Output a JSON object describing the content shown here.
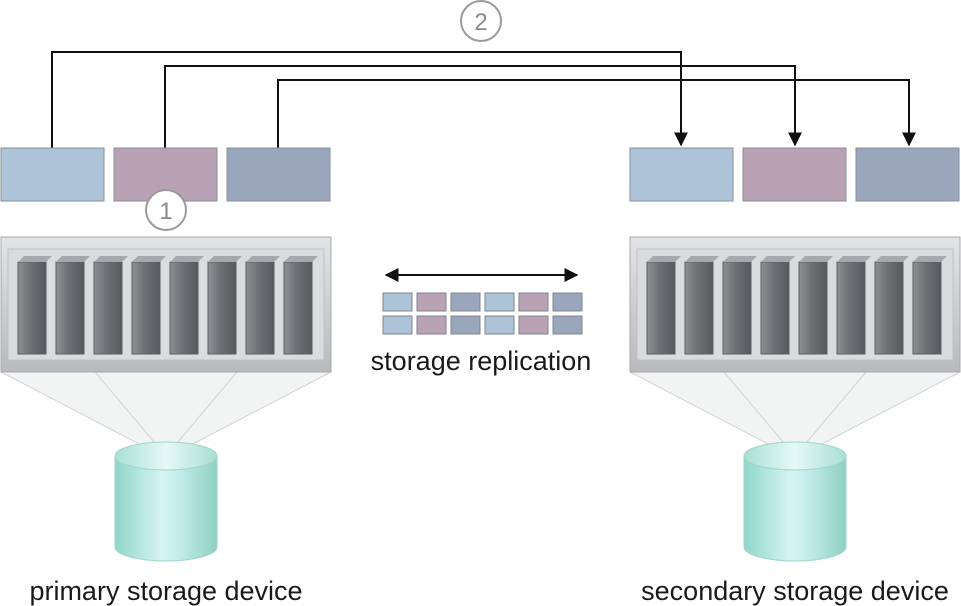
{
  "diagram": {
    "steps": [
      "1",
      "2"
    ],
    "replication_label": "storage replication",
    "devices": [
      {
        "label": "primary storage device"
      },
      {
        "label": "secondary storage device"
      }
    ]
  },
  "colors": {
    "block_blue": "#adc4d8",
    "block_mauve": "#b9a2b4",
    "block_slate": "#9aa6bb",
    "block_border": "#8a8f96",
    "cylinder_main": "#bfe8e0",
    "cylinder_edge": "#8fd0c4",
    "tray": "#c9cacc",
    "drive": "#7a7b7e"
  }
}
